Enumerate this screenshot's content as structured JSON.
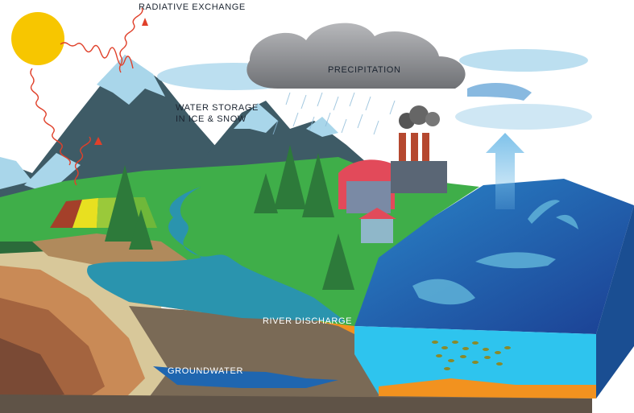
{
  "labels": {
    "radiative_exchange": "RADIATIVE EXCHANGE",
    "precipitation": "PRECIPITATION",
    "water_storage_line1": "WATER STORAGE",
    "water_storage_line2": "IN ICE & SNOW",
    "river_discharge": "RIVER DISCHARGE",
    "groundwater": "GROUNDWATER"
  },
  "colors": {
    "sun": "#F7C600",
    "land": "#3FAE49",
    "mountain": "#3E5B66",
    "snow": "#A9D6EA",
    "ocean_top": "#1F5FA8",
    "ocean_front": "#2EC4EE",
    "river": "#2A94AE",
    "cloud": "#8E9094",
    "radiation": "#E0402A"
  }
}
